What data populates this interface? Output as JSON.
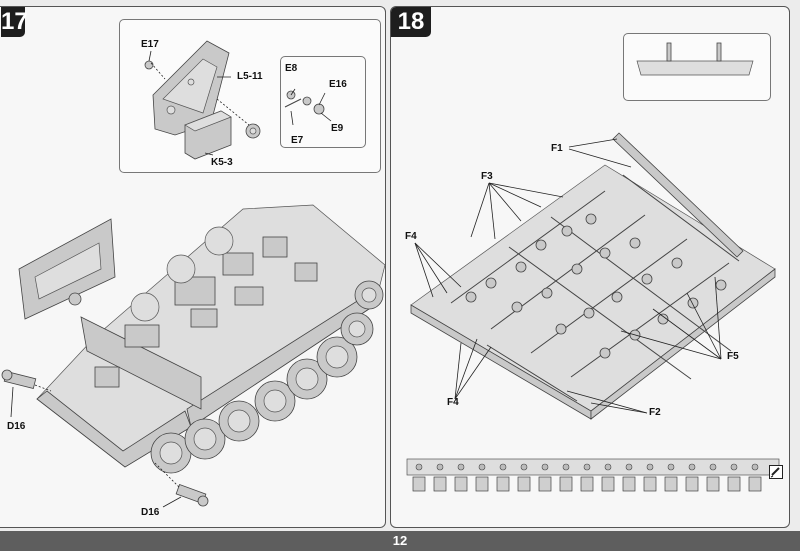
{
  "page": {
    "number": "12"
  },
  "steps": [
    {
      "number": "17",
      "callouts": {
        "e17": "E17",
        "l5_11": "L5-11",
        "k5_3": "K5-3",
        "e8": "E8",
        "e16": "E16",
        "e7": "E7",
        "e9": "E9",
        "d16_left": "D16",
        "d16_bottom": "D16"
      }
    },
    {
      "number": "18",
      "callouts": {
        "f1": "F1",
        "f3": "F3",
        "f4_top": "F4",
        "f4_bottom": "F4",
        "f5": "F5",
        "f2": "F2"
      }
    }
  ],
  "icons": [
    "pencil-check-icon"
  ],
  "colors": {
    "step_badge": "#1e1e1e",
    "footer_bar": "#5e5e5e",
    "panel_bg": "#f7f7f7"
  }
}
